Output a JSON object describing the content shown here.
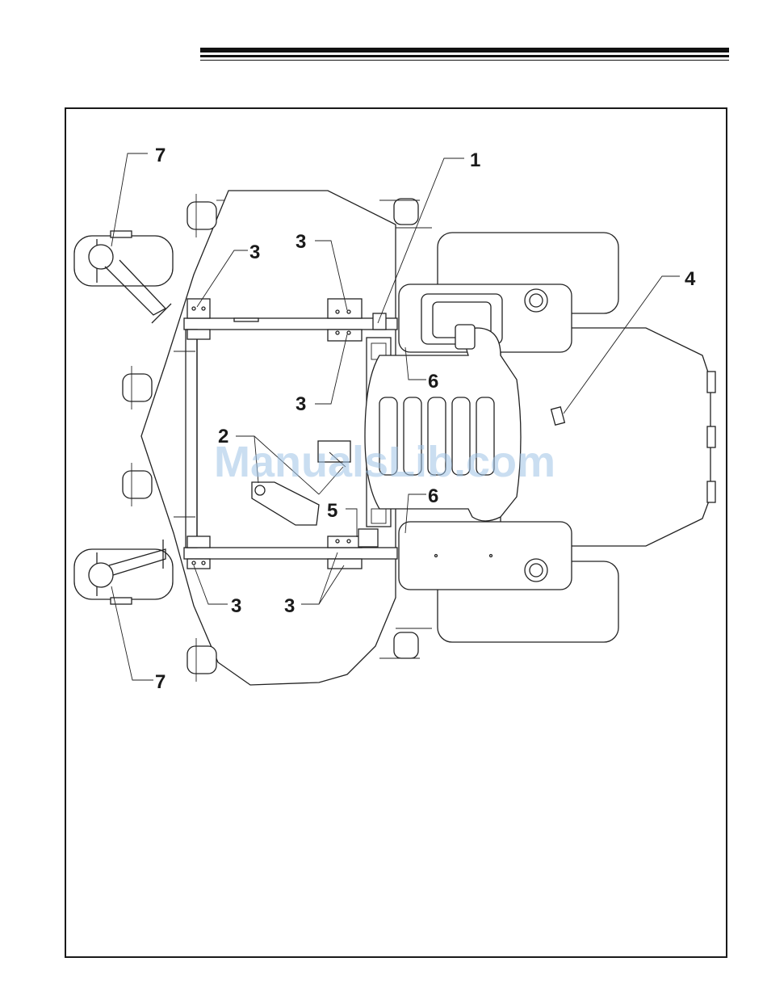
{
  "watermark": "ManualsLib.com",
  "callouts": {
    "c1": "1",
    "c2": "2",
    "c3a": "3",
    "c3b": "3",
    "c3c": "3",
    "c3d": "3",
    "c3e": "3",
    "c4": "4",
    "c5": "5",
    "c6a": "6",
    "c6b": "6",
    "c7a": "7",
    "c7b": "7"
  }
}
